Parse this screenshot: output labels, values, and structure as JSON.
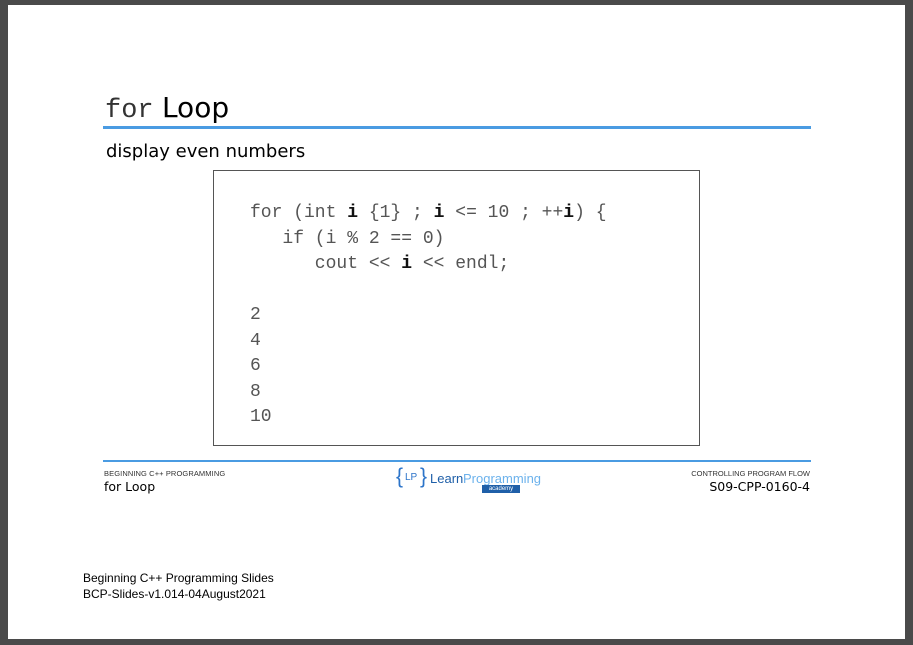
{
  "slide": {
    "title_code": "for",
    "title_word": "Loop",
    "subtitle": "display even numbers",
    "code_lines": [
      {
        "parts": [
          {
            "t": "for (int ",
            "bold": false
          },
          {
            "t": "i",
            "bold": true
          },
          {
            "t": " {1} ; ",
            "bold": false
          },
          {
            "t": "i",
            "bold": true
          },
          {
            "t": " <= 10 ; ++",
            "bold": false
          },
          {
            "t": "i",
            "bold": true
          },
          {
            "t": ") {",
            "bold": false
          }
        ]
      },
      {
        "parts": [
          {
            "t": "   if (i % 2 == 0)",
            "bold": false
          }
        ]
      },
      {
        "parts": [
          {
            "t": "      cout << ",
            "bold": false
          },
          {
            "t": "i",
            "bold": true
          },
          {
            "t": " << endl;",
            "bold": false
          }
        ]
      }
    ],
    "output_lines": [
      "2",
      "4",
      "6",
      "8",
      "10"
    ]
  },
  "footer": {
    "left_small": "BEGINNING C++ PROGRAMMING",
    "left_big": "for Loop",
    "logo_learn": "Learn",
    "logo_programming": "Programming",
    "logo_lp": "LP",
    "logo_academy": "academy",
    "right_small": "CONTROLLING PROGRAM FLOW",
    "right_big": "S09-CPP-0160-4"
  },
  "meta": {
    "line1": "Beginning C++ Programming Slides",
    "line2": "BCP-Slides-v1.014-04August2021"
  }
}
